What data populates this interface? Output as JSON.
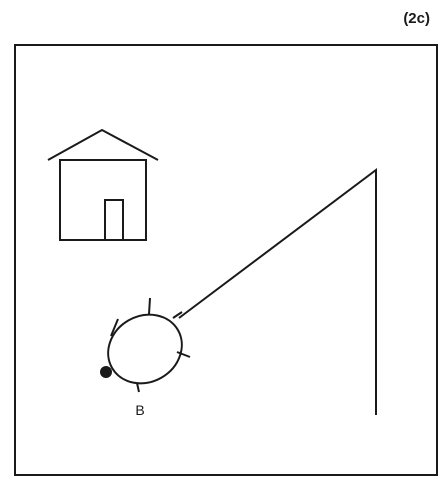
{
  "figure": {
    "label": "(2c)"
  },
  "diagram": {
    "turtle_label": "B",
    "colors": {
      "ink": "#1a1a1a",
      "background": "#ffffff"
    },
    "elements": [
      "frame",
      "house-icon",
      "turtle-icon",
      "trail-line"
    ]
  }
}
